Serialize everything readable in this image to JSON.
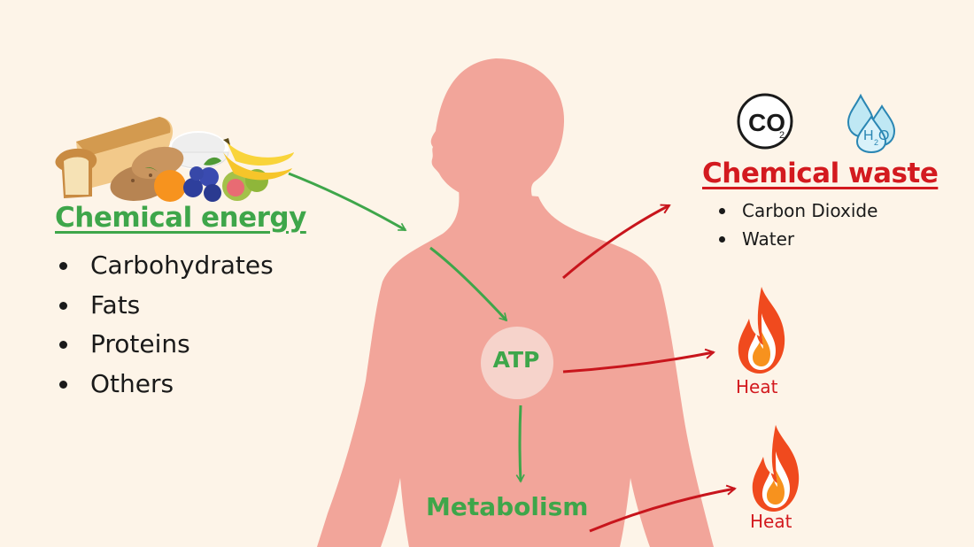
{
  "chemical_energy": {
    "title": "Chemical energy",
    "items": [
      "Carbohydrates",
      "Fats",
      "Proteins",
      "Others"
    ]
  },
  "chemical_waste": {
    "title": "Chemical waste",
    "items": [
      "Carbon Dioxide",
      "Water"
    ],
    "icons": [
      {
        "name": "co2-icon",
        "text": "CO",
        "sub": "2"
      },
      {
        "name": "water-drops-icon",
        "text": "H",
        "sub": "2",
        "tail": "O"
      }
    ]
  },
  "atp": {
    "label": "ATP"
  },
  "metabolism": {
    "label": "Metabolism"
  },
  "heat": [
    {
      "label": "Heat"
    },
    {
      "label": "Heat"
    }
  ],
  "colors": {
    "background": "#fdf4e8",
    "body": "#f2a59a",
    "green": "#3ea64a",
    "red": "#d31a1f"
  },
  "icons": [
    "food-icon",
    "human-body-icon",
    "fire-icon"
  ]
}
